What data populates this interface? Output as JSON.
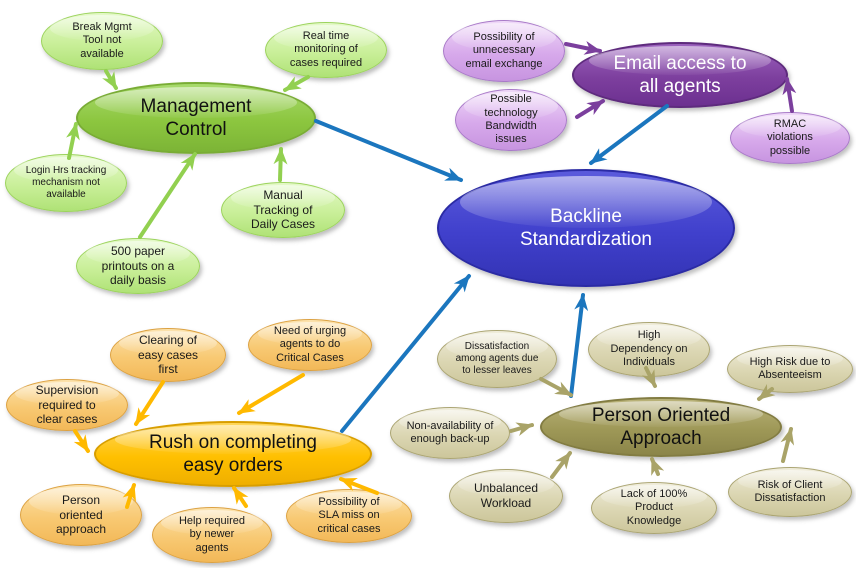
{
  "diagram": {
    "background": "#FFFFFF",
    "central_node": {
      "label": "Backline Standardization",
      "fill": "#4040CC",
      "text_color": "#FFFFFF"
    },
    "connector_color": "#1B76BE",
    "clusters": [
      {
        "id": "management-control",
        "label": "Management Control",
        "fill": "#8CC63F",
        "satellite_fill": "#C9EF99",
        "arrow_color": "#92D050",
        "satellites": [
          "Break Mgmt Tool not available",
          "Real time monitoring of cases required",
          "Login Hrs tracking mechanism not available",
          "500 paper printouts on a daily basis",
          "Manual Tracking of Daily Cases"
        ]
      },
      {
        "id": "email-access",
        "label": "Email access to all agents",
        "fill": "#7D3F9E",
        "satellite_fill": "#D7A9EB",
        "arrow_color": "#7B3F9D",
        "satellites": [
          "Possibility of unnecessary email exchange",
          "Possible technology Bandwidth issues",
          "RMAC violations possible"
        ]
      },
      {
        "id": "rush-easy-orders",
        "label": "Rush on completing easy orders",
        "fill": "#FFC000",
        "satellite_fill": "#F8C973",
        "arrow_color": "#FFB900",
        "satellites": [
          "Clearing of easy cases first",
          "Need of urging agents to do Critical Cases",
          "Supervision required to clear cases",
          "Person oriented approach",
          "Help required by newer agents",
          "Possibility of SLA miss on critical cases"
        ]
      },
      {
        "id": "person-oriented-approach",
        "label": "Person Oriented Approach",
        "fill": "#9E9857",
        "satellite_fill": "#DBD6B2",
        "arrow_color": "#A9A368",
        "satellites": [
          "Dissatisfaction among agents due to lesser leaves",
          "High Dependency on Individuals",
          "High Risk due to Absenteeism",
          "Non-availability of enough back-up",
          "Unbalanced Workload",
          "Lack of 100% Product Knowledge",
          "Risk of Client Dissatisfaction"
        ]
      }
    ]
  }
}
